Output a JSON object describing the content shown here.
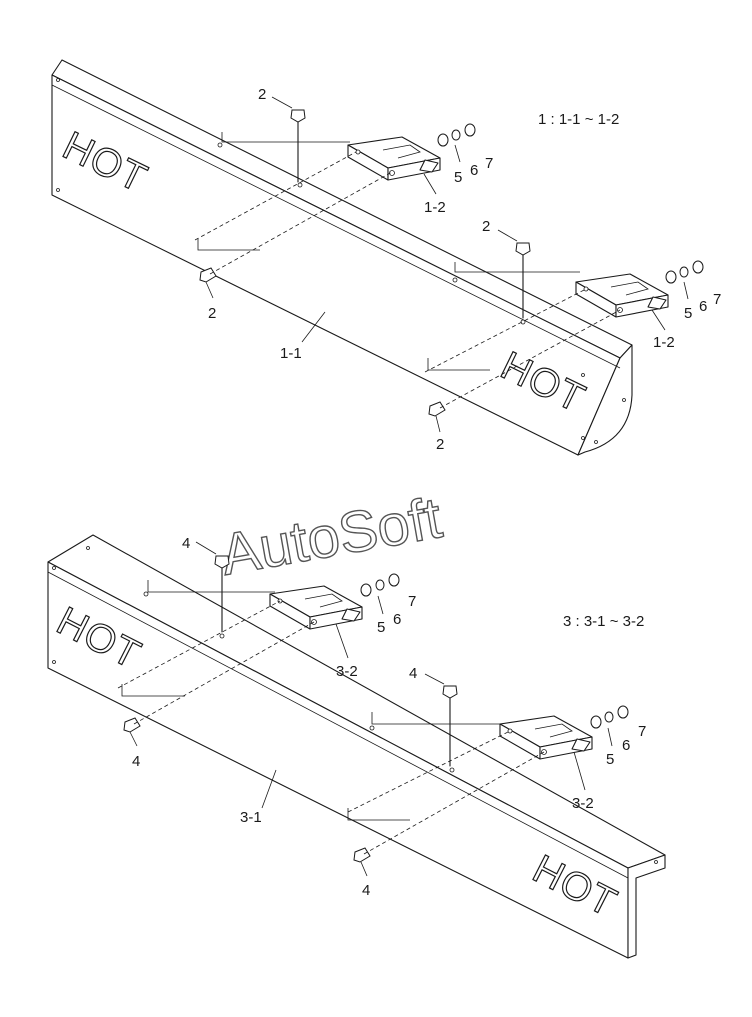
{
  "watermark": "AutoSoft",
  "panel_text": "HOT",
  "top_assembly": {
    "range_label": "1 : 1-1 ~ 1-2",
    "callouts": {
      "bolt_top_left": "2",
      "bolt_side_left": "2",
      "bolt_top_right": "2",
      "bolt_side_right": "2",
      "cover": "1-1",
      "bracket_left": "1-2",
      "bracket_right": "1-2",
      "washer_a_left": "5",
      "washer_b_left": "6",
      "nut_left": "7",
      "washer_a_right": "5",
      "washer_b_right": "6",
      "nut_right": "7"
    }
  },
  "bottom_assembly": {
    "range_label": "3 : 3-1 ~ 3-2",
    "callouts": {
      "bolt_top_left": "4",
      "bolt_side_left": "4",
      "bolt_top_right": "4",
      "bolt_side_right": "4",
      "cover": "3-1",
      "bracket_left": "3-2",
      "bracket_right": "3-2",
      "washer_a_left": "5",
      "washer_b_left": "6",
      "nut_left": "7",
      "washer_a_right": "5",
      "washer_b_right": "6",
      "nut_right": "7"
    }
  }
}
